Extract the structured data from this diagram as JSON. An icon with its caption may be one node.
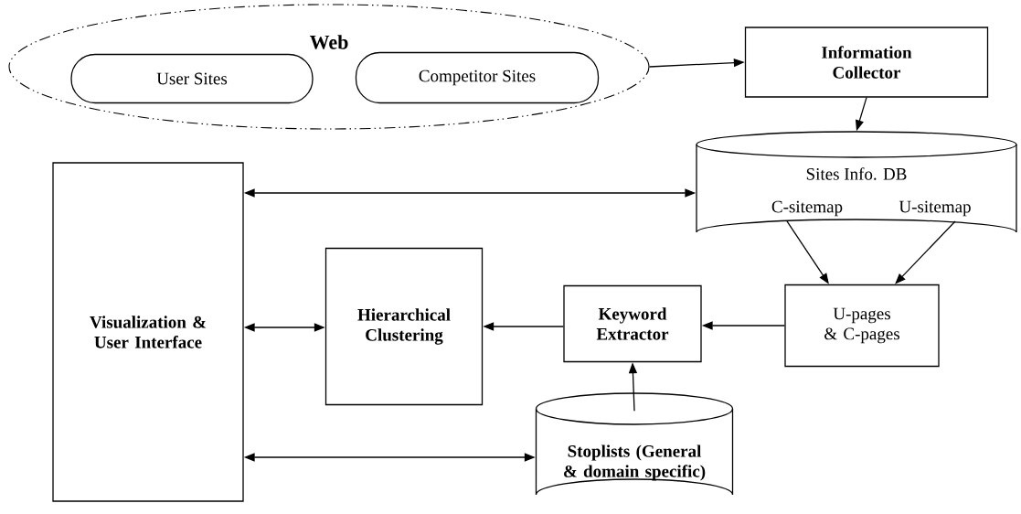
{
  "diagram": {
    "nodes": [
      {
        "text": [
          "Web"
        ]
      },
      {
        "text": [
          "User Sites"
        ],
        "in": 0
      },
      {
        "text": [
          "Competitor Sites"
        ],
        "in": 0
      },
      {
        "text": [
          "Information Collector"
        ]
      },
      {
        "text": [
          "Sites Info. DB",
          "C-sitemap",
          "U-sitemap"
        ]
      },
      {
        "text": [
          "Visualization & User Interface"
        ]
      },
      {
        "text": [
          "Hierarchical Clustering"
        ]
      },
      {
        "text": [
          "Keyword Extractor"
        ]
      },
      {
        "text": [
          "U-pages & C-pages"
        ]
      },
      {
        "text": [
          "Stoplists (General & domain specific)"
        ]
      }
    ],
    "edges": [
      {
        "from": 0,
        "to": 3,
        "arrow": "to"
      },
      {
        "from": 3,
        "to": 4,
        "arrow": "to"
      },
      {
        "from": 5,
        "to": 4,
        "arrow": "both"
      },
      {
        "from": 4,
        "to": 8,
        "arrow": "to"
      },
      {
        "from": 4,
        "to": 8,
        "arrow": "to"
      },
      {
        "from": 5,
        "to": 6,
        "arrow": "both"
      },
      {
        "from": 7,
        "to": 6,
        "arrow": "to"
      },
      {
        "from": 8,
        "to": 7,
        "arrow": "to"
      },
      {
        "from": 9,
        "to": 7,
        "arrow": "to"
      },
      {
        "from": 5,
        "to": 9,
        "arrow": "both"
      }
    ]
  }
}
